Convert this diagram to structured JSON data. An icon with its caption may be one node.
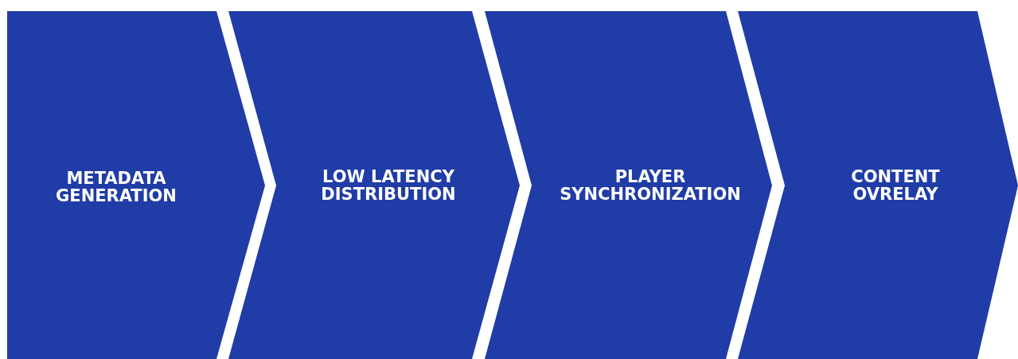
{
  "diagram": {
    "nodes": [
      {
        "text": [
          "METADATA GENERATION"
        ]
      },
      {
        "text": [
          "LOW LATENCY DISTRIBUTION"
        ]
      },
      {
        "text": [
          "PLAYER SYNCHRONIZATION"
        ]
      },
      {
        "text": [
          "CONTENT OVRELAY"
        ]
      }
    ],
    "edges": []
  }
}
